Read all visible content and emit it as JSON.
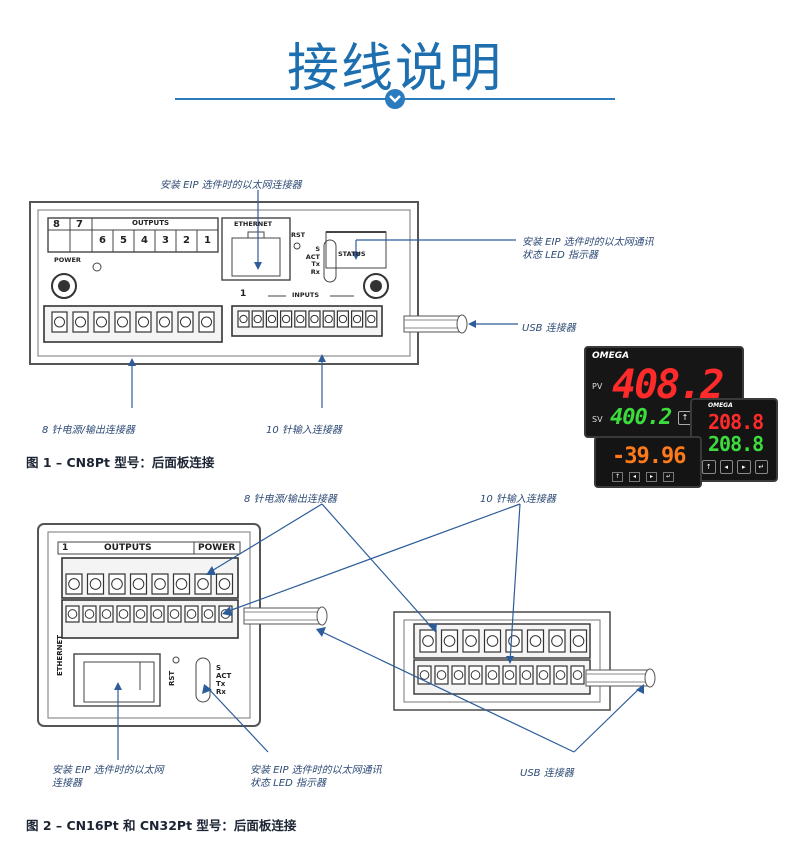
{
  "page_title": "接线说明",
  "figure1": {
    "caption": "图 1 – CN8Pt 型号：后面板连接",
    "outputs_header": "OUTPUTS",
    "channel8": "8",
    "channel7": "7",
    "output_numbers": [
      "6",
      "5",
      "4",
      "3",
      "2",
      "1"
    ],
    "power": "POWER",
    "ethernet": "ETHERNET",
    "rst": "RST",
    "status_leds": [
      "S",
      "ACT",
      "Tx",
      "Rx"
    ],
    "status": "STATUS",
    "inputs": "INPUTS",
    "inputs_num": "1",
    "label_ethernet": "安装 EIP 选件时的以太网连接器",
    "label_status_led_line1": "安装 EIP 选件时的以太网通讯",
    "label_status_led_line2": "状态 LED 指示器",
    "label_usb": "USB 连接器",
    "label_power_output": "8 针电源/输出连接器",
    "label_input": "10 针输入连接器"
  },
  "figure2": {
    "caption": "图 2 – CN16Pt 和 CN32Pt 型号：后面板连接",
    "outputs_header": "OUTPUTS",
    "outputs_num": "1",
    "power": "POWER",
    "ethernet": "ETHERNET",
    "rst": "RST",
    "status_leds": [
      "S",
      "ACT",
      "Tx",
      "Rx"
    ],
    "label_power_output": "8 针电源/输出连接器",
    "label_input": "10 针输入连接器",
    "label_ethernet_line1": "安装 EIP 选件时的以太网",
    "label_ethernet_line2": "连接器",
    "label_status_led_line1": "安装 EIP 选件时的以太网通讯",
    "label_status_led_line2": "状态 LED 指示器",
    "label_usb": "USB 连接器"
  },
  "product_photo": {
    "brand": "OMEGA",
    "large_meter": {
      "pv_label": "PV",
      "sv_label": "SV",
      "pv_value": "408.2",
      "sv_value": "400.2",
      "pv_color": "#ff2b2b",
      "sv_color": "#3ddc3d"
    },
    "medium_meter": {
      "top_value": "208.8",
      "bottom_value": "208.8",
      "top_color": "#ff2b2b",
      "bottom_color": "#3ddc3d"
    },
    "small_meter": {
      "value": "-39.96",
      "color": "#ff7a1a"
    }
  }
}
